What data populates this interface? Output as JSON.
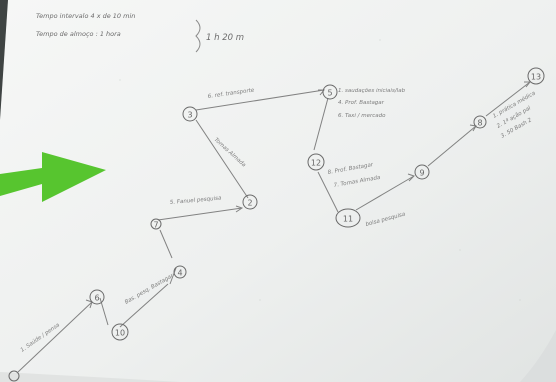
{
  "photo": {
    "accent_arrow_color": "#56c32f",
    "paper_color": "#eef0ef",
    "pencil_color": "#6f6f6f"
  },
  "header": {
    "line1": "Tempo intervalo 4 x de 10 min",
    "line2": "Tempo de almoço : 1 hora",
    "total": "1 h 20 m"
  },
  "nodes": [
    {
      "id": "n-left-bottom",
      "label": ""
    },
    {
      "id": "n-6",
      "label": "6"
    },
    {
      "id": "n-10",
      "label": "10"
    },
    {
      "id": "n-4",
      "label": "4"
    },
    {
      "id": "n-7",
      "label": "7"
    },
    {
      "id": "n-2",
      "label": "2"
    },
    {
      "id": "n-3",
      "label": "3"
    },
    {
      "id": "n-5",
      "label": "5"
    },
    {
      "id": "n-12",
      "label": "12"
    },
    {
      "id": "n-11",
      "label": "11"
    },
    {
      "id": "n-9",
      "label": "9"
    },
    {
      "id": "n-8",
      "label": "8"
    },
    {
      "id": "n-13",
      "label": "13"
    }
  ],
  "notes": {
    "top_edge": "6. ref. transporte",
    "top_right_1": "1. saudações iniciais/lab",
    "top_right_2": "4. Prof. Bastagar",
    "top_right_3": "6. Taxi / mercado",
    "mid_right_1": "8. Prof. Bastagar",
    "mid_right_2": "7. Tomas Almada",
    "right_1": "1. prática médica",
    "right_2": "2. 1ª ação pal",
    "right_3": "3. 50 Bash 2",
    "lower_mid": "bolsa pesquisa",
    "left_diag": "Tomas Almada",
    "center_note": "5. Fanuel pesquisa",
    "left_bottom": "1. Saúde / pensa",
    "bottom_mid": "Bas. pesq. Bastagar"
  }
}
